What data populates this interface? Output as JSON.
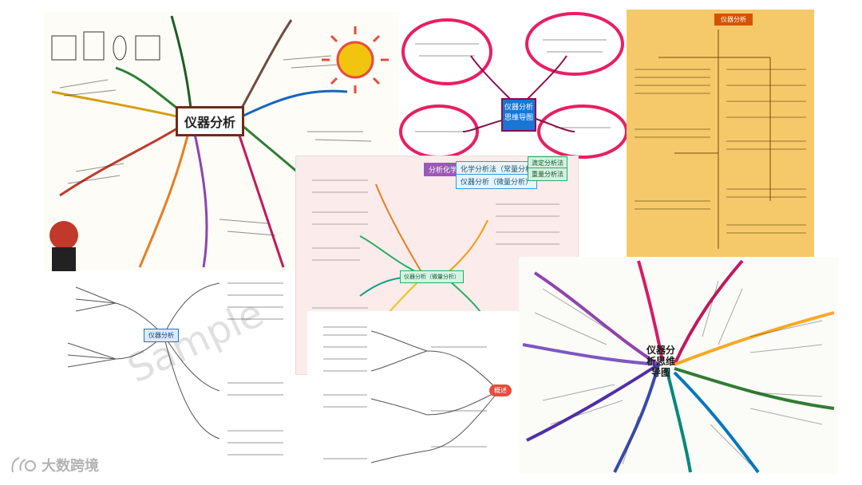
{
  "panels": {
    "handdrawn_red": {
      "center_label": "仪器分析"
    },
    "pink_clouds": {
      "center_label_line1": "仪器分析",
      "center_label_line2": "思维导图"
    },
    "yellow_outline": {
      "title": "仪器分析"
    },
    "digital_pink": {
      "root": "分析化学",
      "branch_chemical": "化学分析法（常量分析法）",
      "branch_instrument": "仪器分析（微量分析）",
      "leaf_titration": "滴定分析法",
      "leaf_gravimetric": "重量分析法",
      "center_node": "仪器分析（微量分析）"
    },
    "sample_mindmap": {
      "watermark": "Sample",
      "center": "仪器分析"
    },
    "flow_mindmap": {
      "center": "概述"
    },
    "tree_handdrawn": {
      "center_line1": "仪器分",
      "center_line2": "析思维",
      "center_line3": "导图"
    }
  },
  "logo": {
    "text": "大数跨境"
  },
  "colors": {
    "bg": "#ffffff",
    "yellow_panel": "#f5c96a",
    "pink_panel": "#fcebeb",
    "accent_red": "#e25252",
    "sun": "#f1c40f"
  }
}
